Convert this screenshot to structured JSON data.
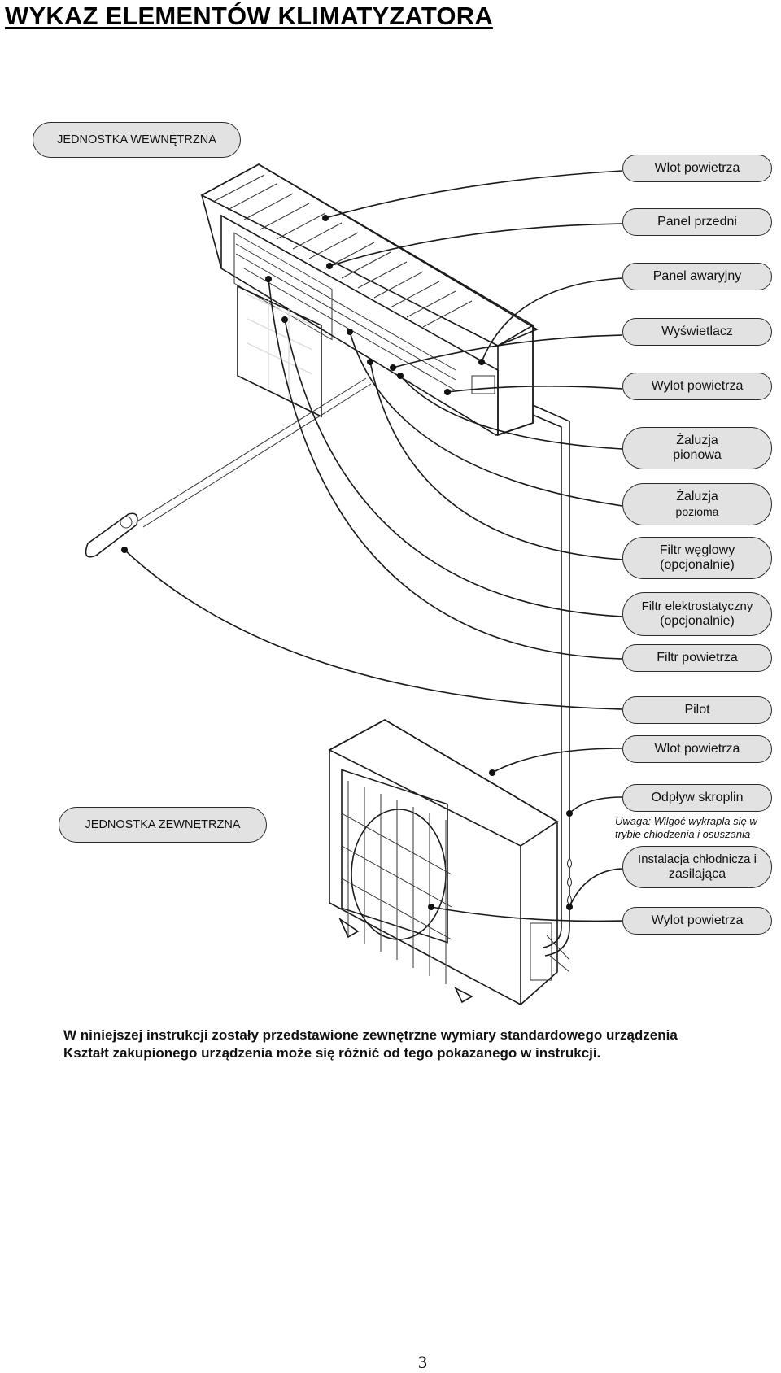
{
  "title": "WYKAZ ELEMENTÓW KLIMATYZATORA",
  "indoor_unit_label": "JEDNOSTKA WEWNĘTRZNA",
  "outdoor_unit_label": "JEDNOSTKA ZEWNĘTRZNA",
  "labels": {
    "air_inlet": "Wlot powietrza",
    "front_panel": "Panel przedni",
    "emergency_panel": "Panel awaryjny",
    "display": "Wyświetlacz",
    "air_outlet": "Wylot powietrza",
    "vertical_louver": {
      "line1": "Żaluzja",
      "line2": "pionowa"
    },
    "horizontal_louver": {
      "line1": "Żaluzja",
      "line2": "pozioma"
    },
    "carbon_filter": {
      "line1": "Filtr węglowy",
      "line2": "(opcjonalnie)"
    },
    "electrostatic_filter": {
      "line1": "Filtr elektrostatyczny",
      "line2": "(opcjonalnie)"
    },
    "air_filter": "Filtr powietrza",
    "remote": "Pilot",
    "outdoor_air_inlet": "Wlot powietrza",
    "condensate_drain": "Odpływ skroplin",
    "piping": {
      "line1": "Instalacja chłodnicza i",
      "line2": "zasilająca"
    },
    "outdoor_air_outlet": "Wylot powietrza"
  },
  "note": {
    "line1": "Uwaga: Wilgoć wykrapla się w",
    "line2": "trybie chłodzenia i osuszania"
  },
  "disclaimer": {
    "line1": "W niniejszej instrukcji zostały przedstawione zewnętrzne wymiary standardowego urządzenia",
    "line2": "Kształt zakupionego urządzenia może się różnić od tego pokazanego w instrukcji."
  },
  "page_number": "3",
  "icons": [
    "indoor-unit-illustration",
    "outdoor-unit-illustration",
    "remote-control-icon",
    "filter-panel-illustration"
  ]
}
